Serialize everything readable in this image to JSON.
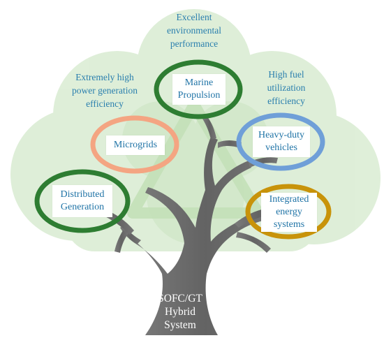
{
  "diagram": {
    "root": {
      "label": "SOFC/GT\nHybrid\nSystem"
    },
    "applications": [
      {
        "id": "marine",
        "label": "Marine\nPropulsion",
        "ring_color": "#2e7d32"
      },
      {
        "id": "microgrids",
        "label": "Microgrids",
        "ring_color": "#f4a582"
      },
      {
        "id": "heavy",
        "label": "Heavy-duty\nvehicles",
        "ring_color": "#6f9fd8"
      },
      {
        "id": "distributed",
        "label": "Distributed\nGeneration",
        "ring_color": "#2e7d32"
      },
      {
        "id": "integrated",
        "label": "Integrated\nenergy\nsystems",
        "ring_color": "#c8930a"
      }
    ],
    "advantages": [
      {
        "id": "env",
        "lines": [
          "Excellent",
          "environmental",
          "performance"
        ]
      },
      {
        "id": "power",
        "lines": [
          "Extremely high",
          "power generation",
          "efficiency"
        ]
      },
      {
        "id": "fuel",
        "lines": [
          "High fuel",
          "utilization",
          "efficiency"
        ]
      }
    ]
  },
  "colors": {
    "canopy": "#d9ecd2",
    "trunk": "#6b6b6b",
    "text": "#2a7fae"
  }
}
